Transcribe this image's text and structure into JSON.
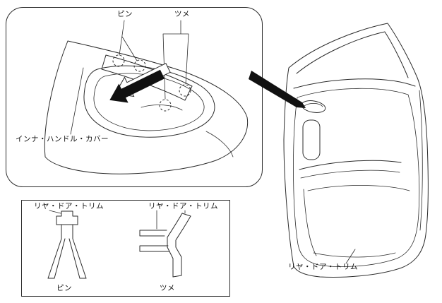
{
  "page": {
    "background": "#ffffff",
    "line_color": "#2b2b2b"
  },
  "handle_inset": {
    "pin_label": "ピン",
    "claw_label": "ツメ",
    "cover_label": "インナ・ハンドル・カバー"
  },
  "detail_inset": {
    "pin": {
      "title": "リヤ・ドア・トリム",
      "caption": "ピン"
    },
    "claw": {
      "title": "リヤ・ドア・トリム",
      "caption": "ツメ"
    }
  },
  "door_view": {
    "label": "リヤ・ドア・トリム"
  }
}
